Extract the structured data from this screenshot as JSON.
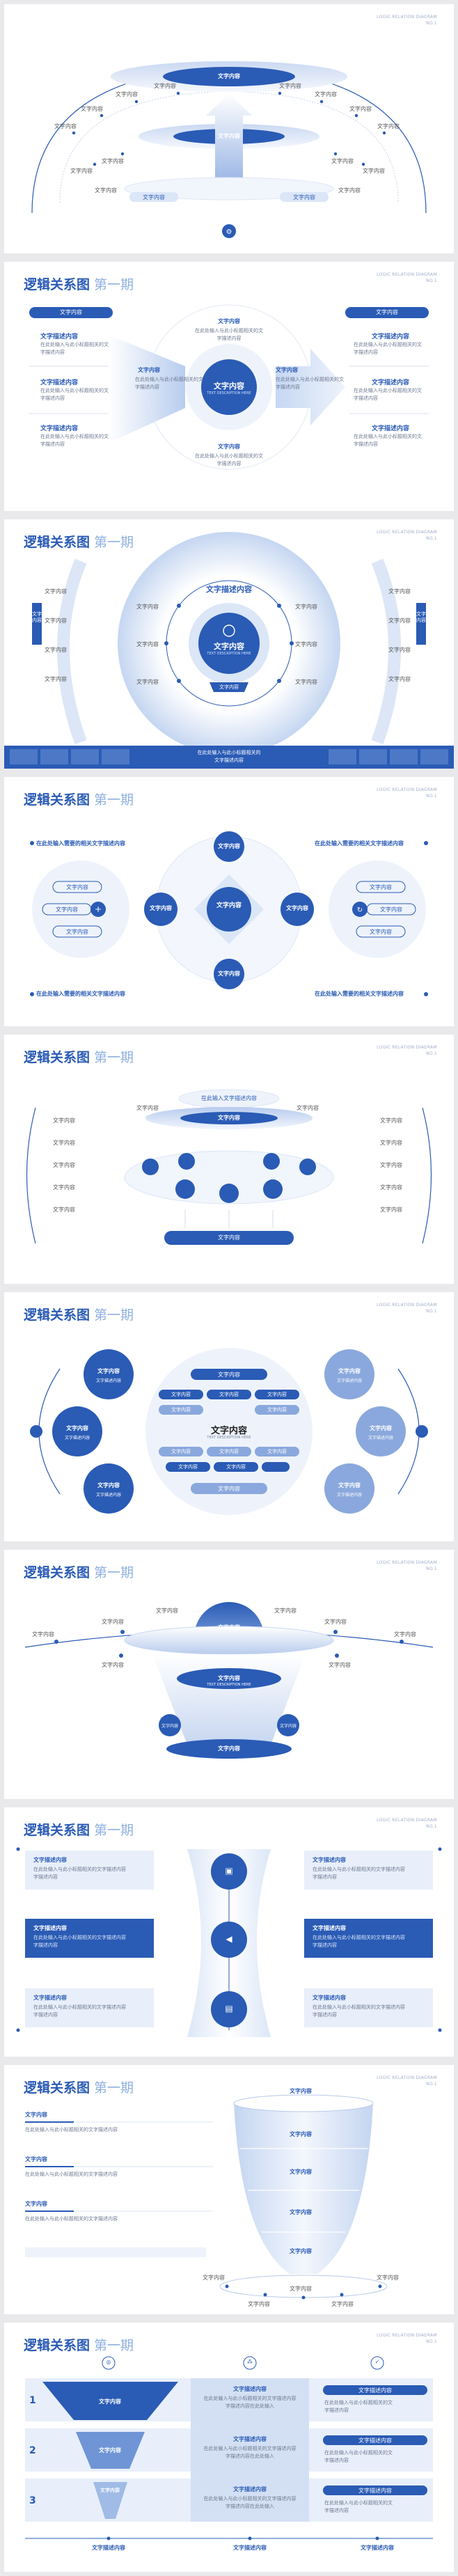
{
  "common": {
    "slide_title": "逻辑关系图",
    "slide_subtitle": "第一期",
    "corner_line1": "LOGIC RELATION DIAGRAM",
    "corner_line2": "NO.1",
    "text_content": "文字内容",
    "text_desc": "文字描述内容",
    "placeholder": "在此处输入需要的相关文字描述内容",
    "desc_line1": "在此处输入与此小标题相关的文",
    "desc_line2": "字描述内容",
    "desc_long1": "在此处输入与此小标题相关的文字描述内容",
    "desc_long2": "字描述内容在此处输入",
    "enter_text": "在此输入文字描述内容",
    "en_small": "TEXT DESCRIPTION HERE",
    "center_desc1": "在此处输入与此小标题相关的",
    "center_desc2": "文字描述内容",
    "num1": "1",
    "num2": "2",
    "num3": "3"
  },
  "colors": {
    "primary": "#2a5bb5",
    "light": "#dbe6f7",
    "pale": "#eef3fb",
    "mid": "#6f95d6"
  }
}
